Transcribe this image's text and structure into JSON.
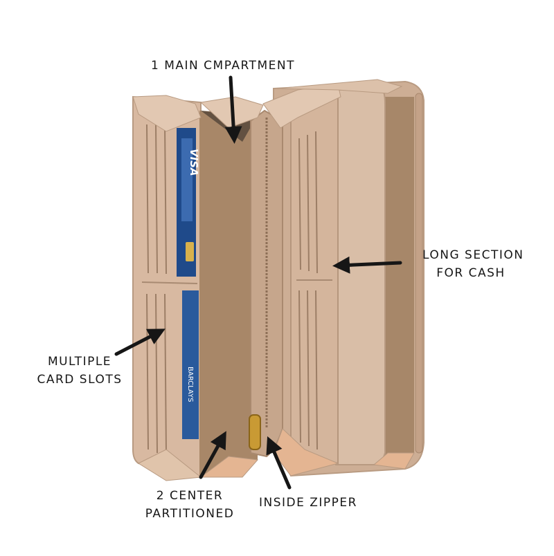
{
  "annotations": {
    "main_compartment": {
      "line1": "1 MAIN CMPARTMENT"
    },
    "long_section": {
      "line1": "LONG SECTION",
      "line2": "FOR CASH"
    },
    "card_slots": {
      "line1": "MULTIPLE",
      "line2": "CARD SLOTS"
    },
    "center_partitioned": {
      "line1": "2 CENTER",
      "line2": "PARTITIONED"
    },
    "inside_zipper": {
      "line1": "INSIDE ZIPPER"
    }
  },
  "cards": {
    "top_card": "VISA",
    "bottom_card": "BARCLAYS"
  },
  "colors": {
    "background": "#ffffff",
    "wallet_outer": "#d8b9a1",
    "wallet_inner": "#a5856a",
    "card_blue": "#1f4a8a",
    "arrow": "#161616"
  }
}
